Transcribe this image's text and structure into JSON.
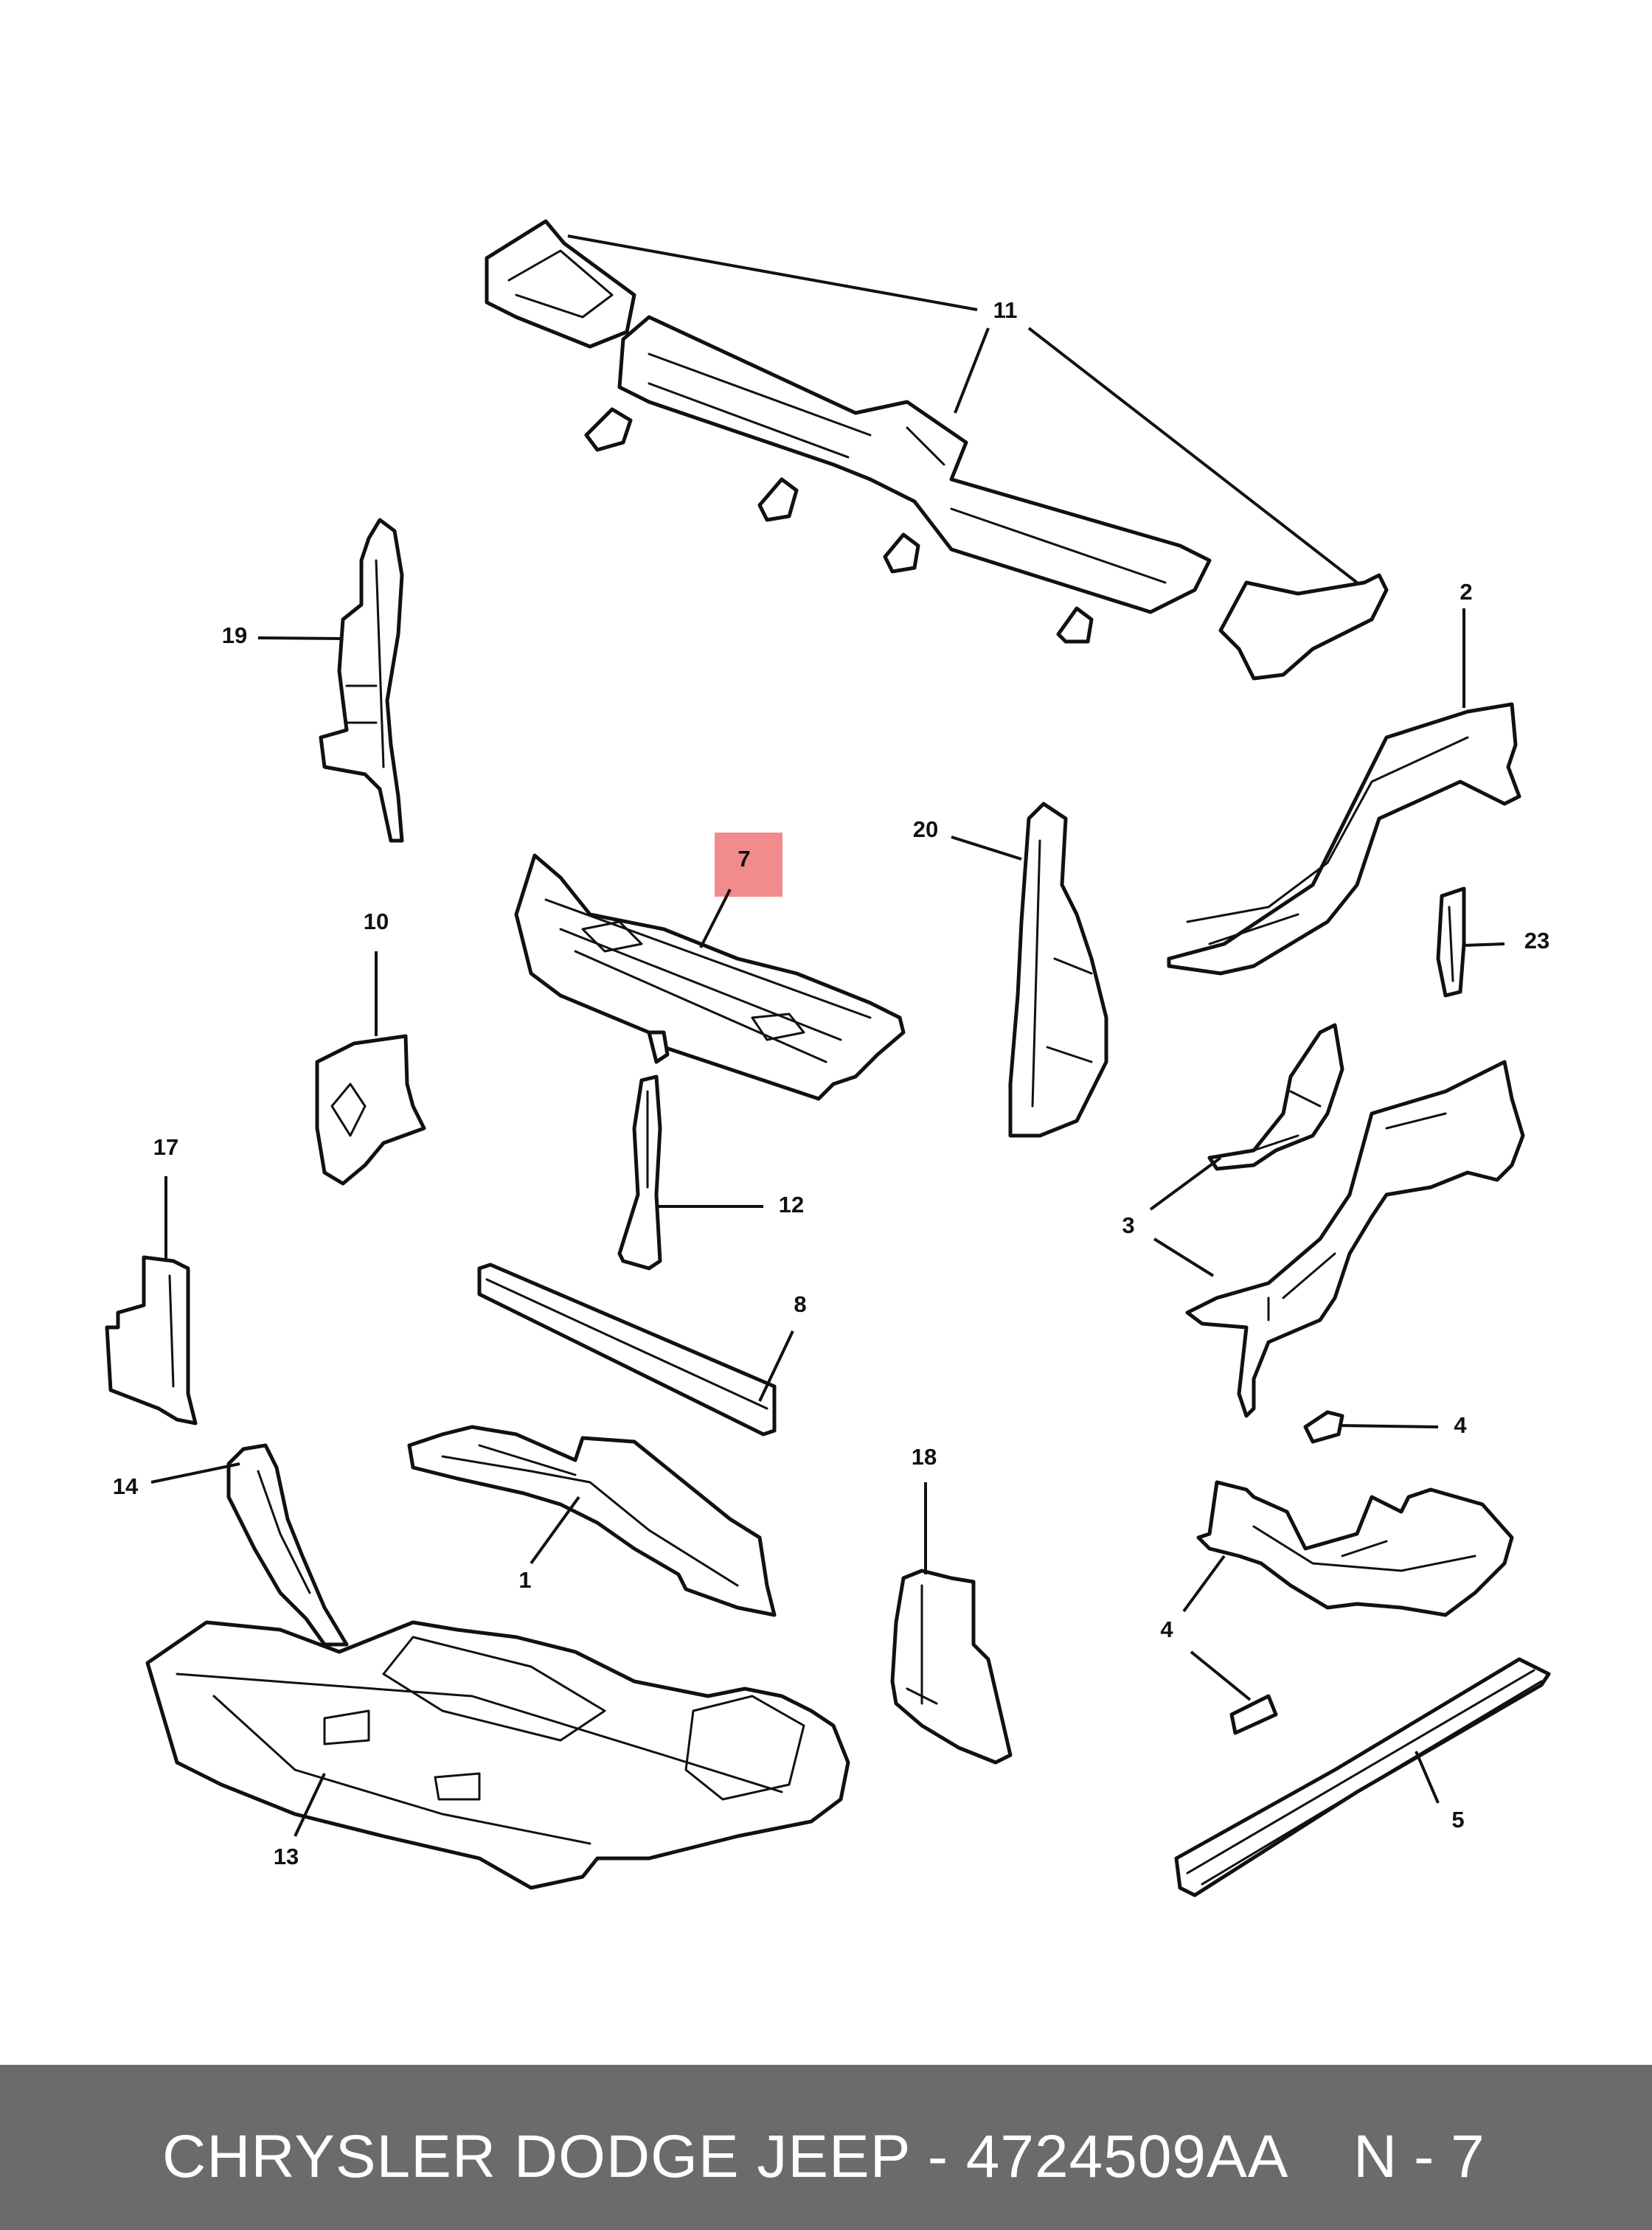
{
  "diagram": {
    "highlight_color": "#f28b8b",
    "callouts": {
      "c11": "11",
      "c2": "2",
      "c19": "19",
      "c20": "20",
      "c7": "7",
      "c10": "10",
      "c23": "23",
      "c12": "12",
      "c17": "17",
      "c3": "3",
      "c8": "8",
      "c4a": "4",
      "c18": "18",
      "c14": "14",
      "c1": "1",
      "c4b": "4",
      "c13": "13",
      "c5": "5"
    }
  },
  "footer": {
    "title": "CHRYSLER DODGE JEEP - 4724509AA",
    "page": "N - 7",
    "background": "#6b6b6b"
  }
}
